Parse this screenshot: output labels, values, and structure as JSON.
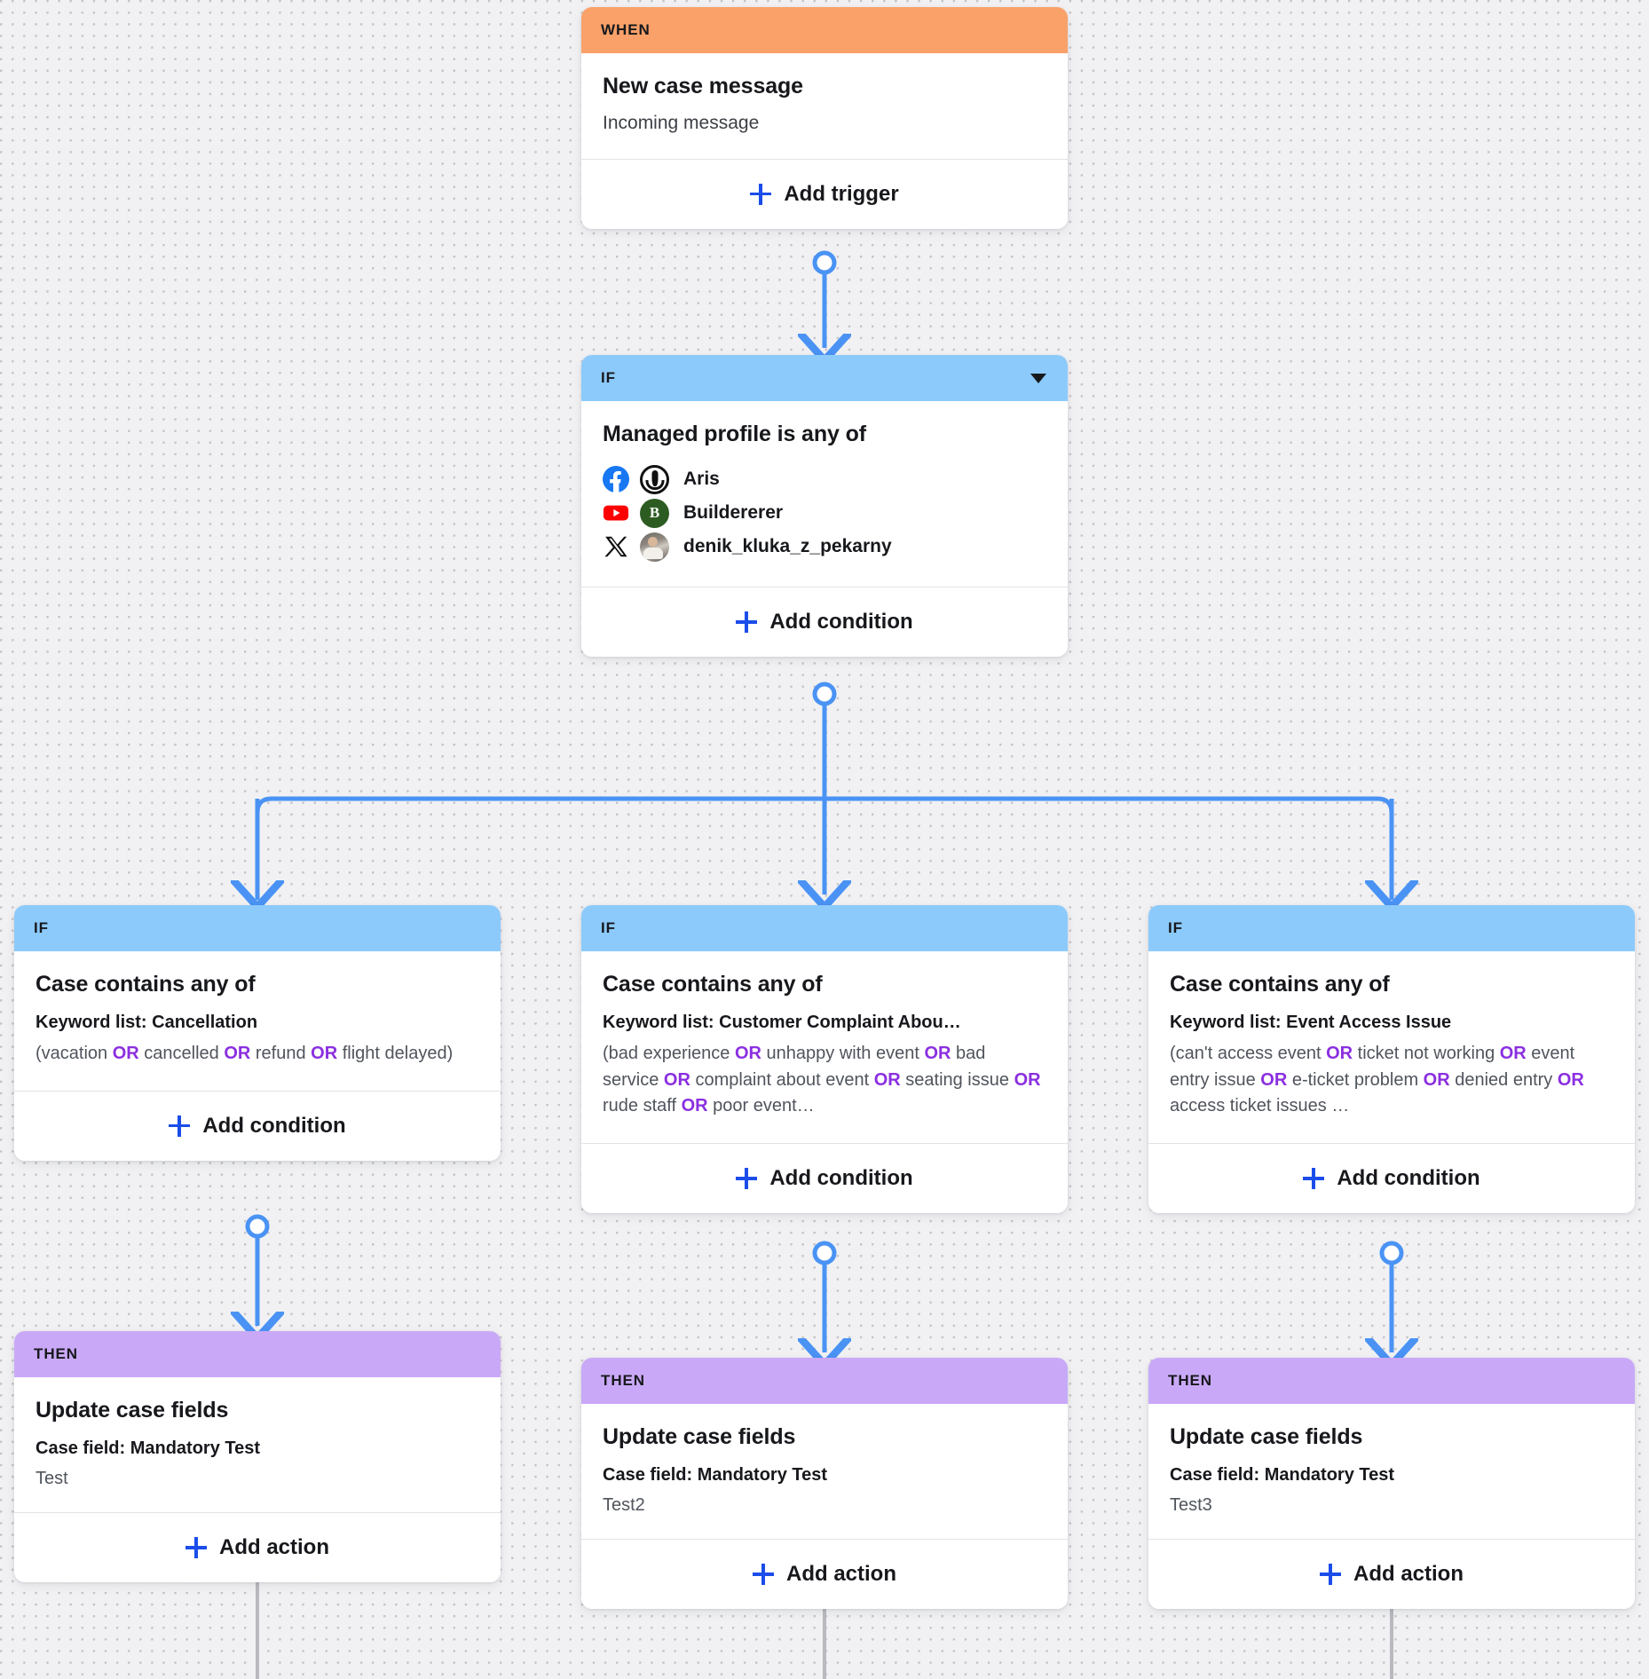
{
  "canvas": {
    "background_color": "#f1f1f3",
    "dot_color": "#c3c3c9",
    "connector_color": "#4a93f5",
    "connector_color_inactive": "#b9b9bf"
  },
  "palette": {
    "when_header": "#f9a169",
    "if_header": "#8ccafb",
    "then_header": "#c9a9f7",
    "accent_link": "#1b4dea",
    "or_operator": "#8b2fe0"
  },
  "nodes": {
    "trigger": {
      "header_label": "WHEN",
      "title": "New case message",
      "subtitle": "Incoming message",
      "footer_label": "Add trigger"
    },
    "root_condition": {
      "header_label": "IF",
      "collapse_icon": "chevron-down-icon",
      "title": "Managed profile is any of",
      "profiles": [
        {
          "platform": "facebook",
          "name": "Aris",
          "avatar": "jedi-order-emblem"
        },
        {
          "platform": "youtube",
          "name": "Buildererer",
          "avatar": "letter-b-green"
        },
        {
          "platform": "x-twitter",
          "name": "denik_kluka_z_pekarny",
          "avatar": "baker-photo"
        }
      ],
      "footer_label": "Add condition"
    },
    "branches": [
      {
        "condition": {
          "header_label": "IF",
          "title": "Case contains any of",
          "keyword_label": "Keyword list: Cancellation",
          "keywords": [
            "vacation",
            "cancelled",
            "refund",
            "flight delayed"
          ],
          "keywords_text_prefix": "(",
          "keywords_text_suffix": ")",
          "footer_label": "Add condition"
        },
        "action": {
          "header_label": "THEN",
          "title": "Update case fields",
          "field_label": "Case field: Mandatory Test",
          "field_value": "Test",
          "footer_label": "Add action"
        }
      },
      {
        "condition": {
          "header_label": "IF",
          "title": "Case contains any of",
          "keyword_label": "Keyword list: Customer Complaint Abou…",
          "keywords": [
            "bad experience",
            "unhappy with event",
            "bad service",
            "complaint about event",
            "seating issue",
            "rude staff",
            "poor event…"
          ],
          "keywords_text_prefix": "(",
          "keywords_text_suffix": "",
          "footer_label": "Add condition"
        },
        "action": {
          "header_label": "THEN",
          "title": "Update case fields",
          "field_label": "Case field: Mandatory Test",
          "field_value": "Test2",
          "footer_label": "Add action"
        }
      },
      {
        "condition": {
          "header_label": "IF",
          "title": "Case contains any of",
          "keyword_label": "Keyword list: Event Access Issue",
          "keywords": [
            "can't access event",
            "ticket not working",
            "event entry issue",
            "e-ticket problem",
            "denied entry",
            "access ticket issues …"
          ],
          "keywords_text_prefix": "(",
          "keywords_text_suffix": "",
          "footer_label": "Add condition"
        },
        "action": {
          "header_label": "THEN",
          "title": "Update case fields",
          "field_label": "Case field: Mandatory Test",
          "field_value": "Test3",
          "footer_label": "Add action"
        }
      }
    ]
  }
}
